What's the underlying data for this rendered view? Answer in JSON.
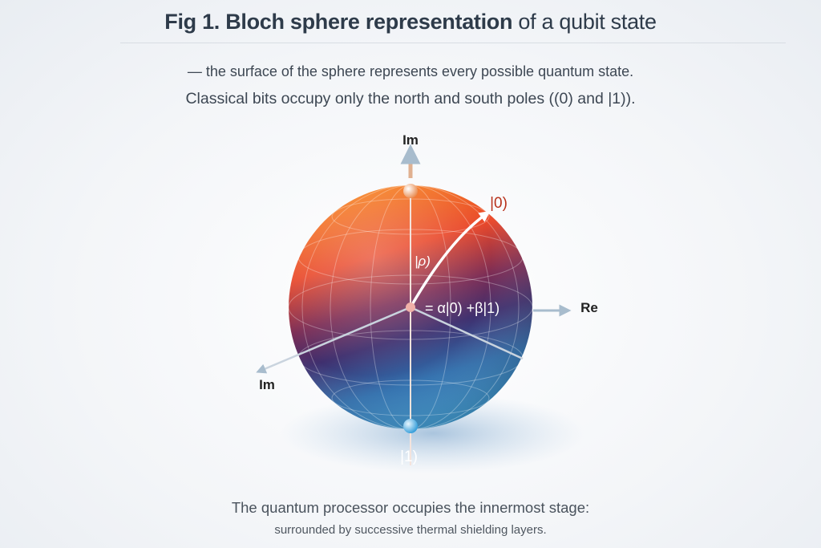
{
  "figure": {
    "title_bold": "Fig 1. Bloch sphere representation",
    "title_rest": " of a qubit state",
    "subtitle_line1": "— the surface of the sphere represents every possible quantum state.",
    "subtitle_line2": "Classical bits occupy only the north and south poles ((0) and |1)).",
    "caption_line1": "The quantum processor occupies the innermost stage:",
    "caption_line2": "surrounded by successive thermal shielding layers."
  },
  "diagram": {
    "axis_top_label": "Im",
    "axis_left_label": "Im",
    "axis_right_label": "Re",
    "north_pole_label": "|0)",
    "south_pole_label": "|1)",
    "state_label": "|ρ)",
    "state_equation": "= α|0) +β|1)",
    "colors": {
      "north": "#f26a21",
      "mid": "#4a2a6a",
      "south": "#3a8cc8",
      "state_label_red": "#b8321c",
      "axis": "#9fb4c8"
    }
  }
}
